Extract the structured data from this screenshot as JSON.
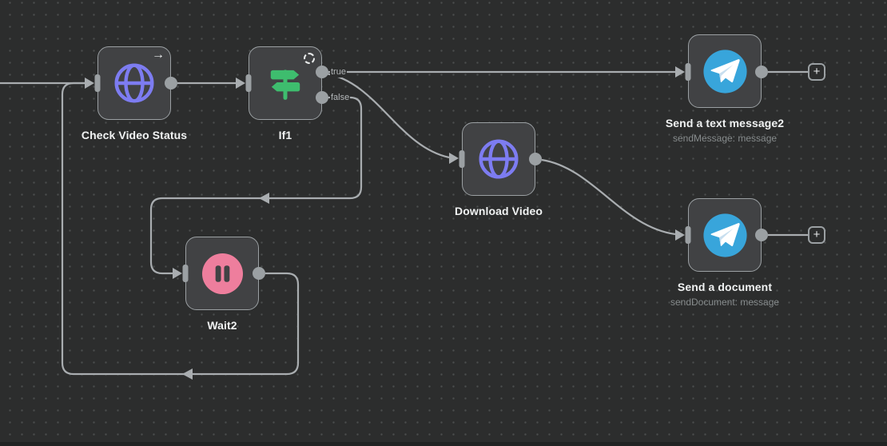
{
  "theme": {
    "canvas-bg": "#2c2d2d",
    "grid-dot": "#4b4d4d",
    "node-bg": "#414244",
    "node-border": "#9ba0a3",
    "wire": "#a9adb0",
    "port": "#9ba0a3",
    "title": "#f0f2f2",
    "subtitle": "#878c8d",
    "label": "#b4b8ba",
    "globe-purple": "#7d7cf1",
    "if-green": "#3ebd6e",
    "wait-pink": "#ee7e9d",
    "telegram-blue": "#38a5db"
  },
  "icons": {
    "arrow_right_glyph": "→",
    "plus_glyph": "+"
  },
  "nodes": {
    "check_video_status": {
      "title": "Check Video Status",
      "icon": "globe-icon",
      "badge": "arrow-right-icon"
    },
    "if1": {
      "title": "If1",
      "icon": "signpost-icon",
      "badge": "loop-icon",
      "output_labels": {
        "true": "true",
        "false": "false"
      }
    },
    "download_video": {
      "title": "Download Video",
      "icon": "globe-icon"
    },
    "send_a_text_message2": {
      "title": "Send a text message2",
      "subtitle": "sendMessage: message",
      "icon": "telegram-icon"
    },
    "send_a_document": {
      "title": "Send a document",
      "subtitle": "sendDocument: message",
      "icon": "telegram-icon"
    },
    "wait2": {
      "title": "Wait2",
      "icon": "pause-icon"
    }
  },
  "connections": [
    {
      "from": "off-canvas-left",
      "to": "check_video_status"
    },
    {
      "from": "check_video_status",
      "to": "if1"
    },
    {
      "from": "if1",
      "branch": "true",
      "to": "send_a_text_message2"
    },
    {
      "from": "if1",
      "branch": "true",
      "to": "download_video"
    },
    {
      "from": "if1",
      "branch": "false",
      "to": "wait2"
    },
    {
      "from": "wait2",
      "to": "check_video_status"
    },
    {
      "from": "download_video",
      "to": "send_a_document"
    },
    {
      "from": "send_a_text_message2",
      "to": "add-node-button"
    },
    {
      "from": "send_a_document",
      "to": "add-node-button"
    }
  ]
}
